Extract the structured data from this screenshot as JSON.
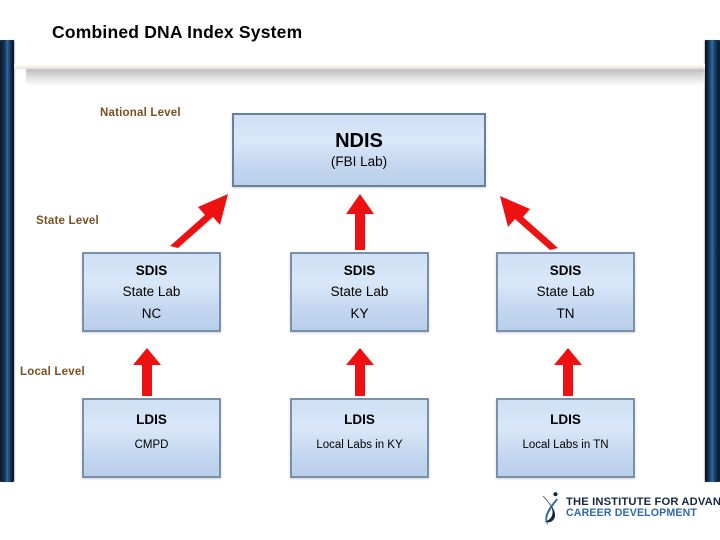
{
  "slide": {
    "title": "Combined DNA Index System"
  },
  "levels": [
    {
      "id": "national",
      "label": "National Level"
    },
    {
      "id": "state",
      "label": "State Level"
    },
    {
      "id": "local",
      "label": "Local Level"
    }
  ],
  "nodes": {
    "ndis": {
      "title": "NDIS",
      "subtitle": "(FBI Lab)"
    },
    "sdis": [
      {
        "title": "SDIS",
        "line2": "State Lab",
        "line3": "NC"
      },
      {
        "title": "SDIS",
        "line2": "State Lab",
        "line3": "KY"
      },
      {
        "title": "SDIS",
        "line2": "State Lab",
        "line3": "TN"
      }
    ],
    "ldis": [
      {
        "title": "LDIS",
        "subtitle": "CMPD"
      },
      {
        "title": "LDIS",
        "subtitle": "Local Labs in KY"
      },
      {
        "title": "LDIS",
        "subtitle": "Local Labs in TN"
      }
    ]
  },
  "arrows": {
    "color": "#ee1111",
    "items": [
      {
        "name": "arrow-sdis-nc-to-ndis",
        "direction": "up-right"
      },
      {
        "name": "arrow-sdis-ky-to-ndis",
        "direction": "up"
      },
      {
        "name": "arrow-sdis-tn-to-ndis",
        "direction": "up-left"
      },
      {
        "name": "arrow-ldis-cmpd-to-sdis-nc",
        "direction": "up"
      },
      {
        "name": "arrow-ldis-ky-to-sdis-ky",
        "direction": "up"
      },
      {
        "name": "arrow-ldis-tn-to-sdis-tn",
        "direction": "up"
      }
    ]
  },
  "logo": {
    "line1": "THE INSTITUTE FOR ADVANCED",
    "line2": "CAREER DEVELOPMENT",
    "mark_color": "#16283f",
    "accent_color": "#2f6aa8"
  },
  "theme": {
    "label_color": "#7a4f22",
    "box_border": "#7890ab",
    "box_fill_top": "#cfe0f5",
    "box_fill_bottom": "#b9cfe9",
    "sidebar_color": "#102239"
  }
}
